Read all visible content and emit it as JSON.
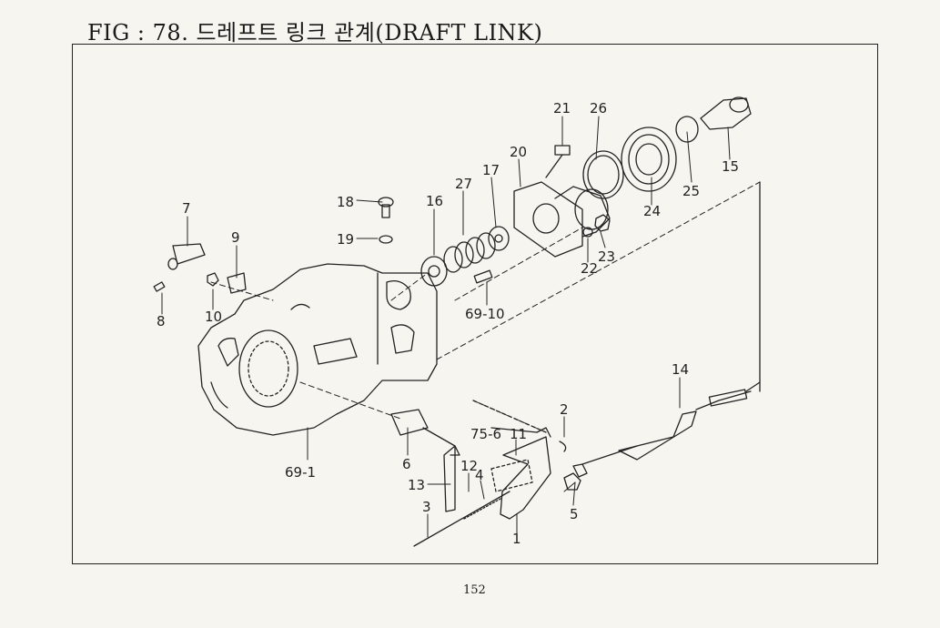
{
  "title": "FIG : 78. 드레프트 링크 관계(DRAFT LINK)",
  "page_number": "152",
  "callouts": [
    {
      "id": "c-21",
      "label": "21"
    },
    {
      "id": "c-26",
      "label": "26"
    },
    {
      "id": "c-20",
      "label": "20"
    },
    {
      "id": "c-17",
      "label": "17"
    },
    {
      "id": "c-27",
      "label": "27"
    },
    {
      "id": "c-18",
      "label": "18"
    },
    {
      "id": "c-16",
      "label": "16"
    },
    {
      "id": "c-19",
      "label": "19"
    },
    {
      "id": "c-7",
      "label": "7"
    },
    {
      "id": "c-9",
      "label": "9"
    },
    {
      "id": "c-8",
      "label": "8"
    },
    {
      "id": "c-10",
      "label": "10"
    },
    {
      "id": "c-69-10",
      "label": "69-10"
    },
    {
      "id": "c-22",
      "label": "22"
    },
    {
      "id": "c-23",
      "label": "23"
    },
    {
      "id": "c-24",
      "label": "24"
    },
    {
      "id": "c-25",
      "label": "25"
    },
    {
      "id": "c-15",
      "label": "15"
    },
    {
      "id": "c-14",
      "label": "14"
    },
    {
      "id": "c-2",
      "label": "2"
    },
    {
      "id": "c-75-6",
      "label": "75-6"
    },
    {
      "id": "c-11",
      "label": "11"
    },
    {
      "id": "c-6",
      "label": "6"
    },
    {
      "id": "c-12",
      "label": "12"
    },
    {
      "id": "c-4",
      "label": "4"
    },
    {
      "id": "c-13",
      "label": "13"
    },
    {
      "id": "c-69-1",
      "label": "69-1"
    },
    {
      "id": "c-3",
      "label": "3"
    },
    {
      "id": "c-1",
      "label": "1"
    },
    {
      "id": "c-5",
      "label": "5"
    }
  ]
}
